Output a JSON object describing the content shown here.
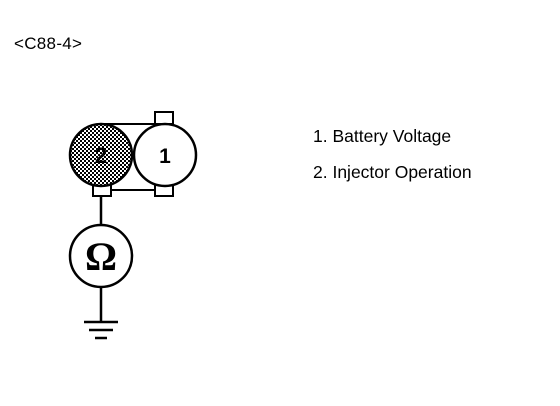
{
  "code_label": "<C88-4>",
  "pins": {
    "pin_1": "1",
    "pin_2": "2"
  },
  "meter_symbol": "Ω",
  "legend": [
    "1. Battery Voltage",
    "2. Injector Operation"
  ]
}
